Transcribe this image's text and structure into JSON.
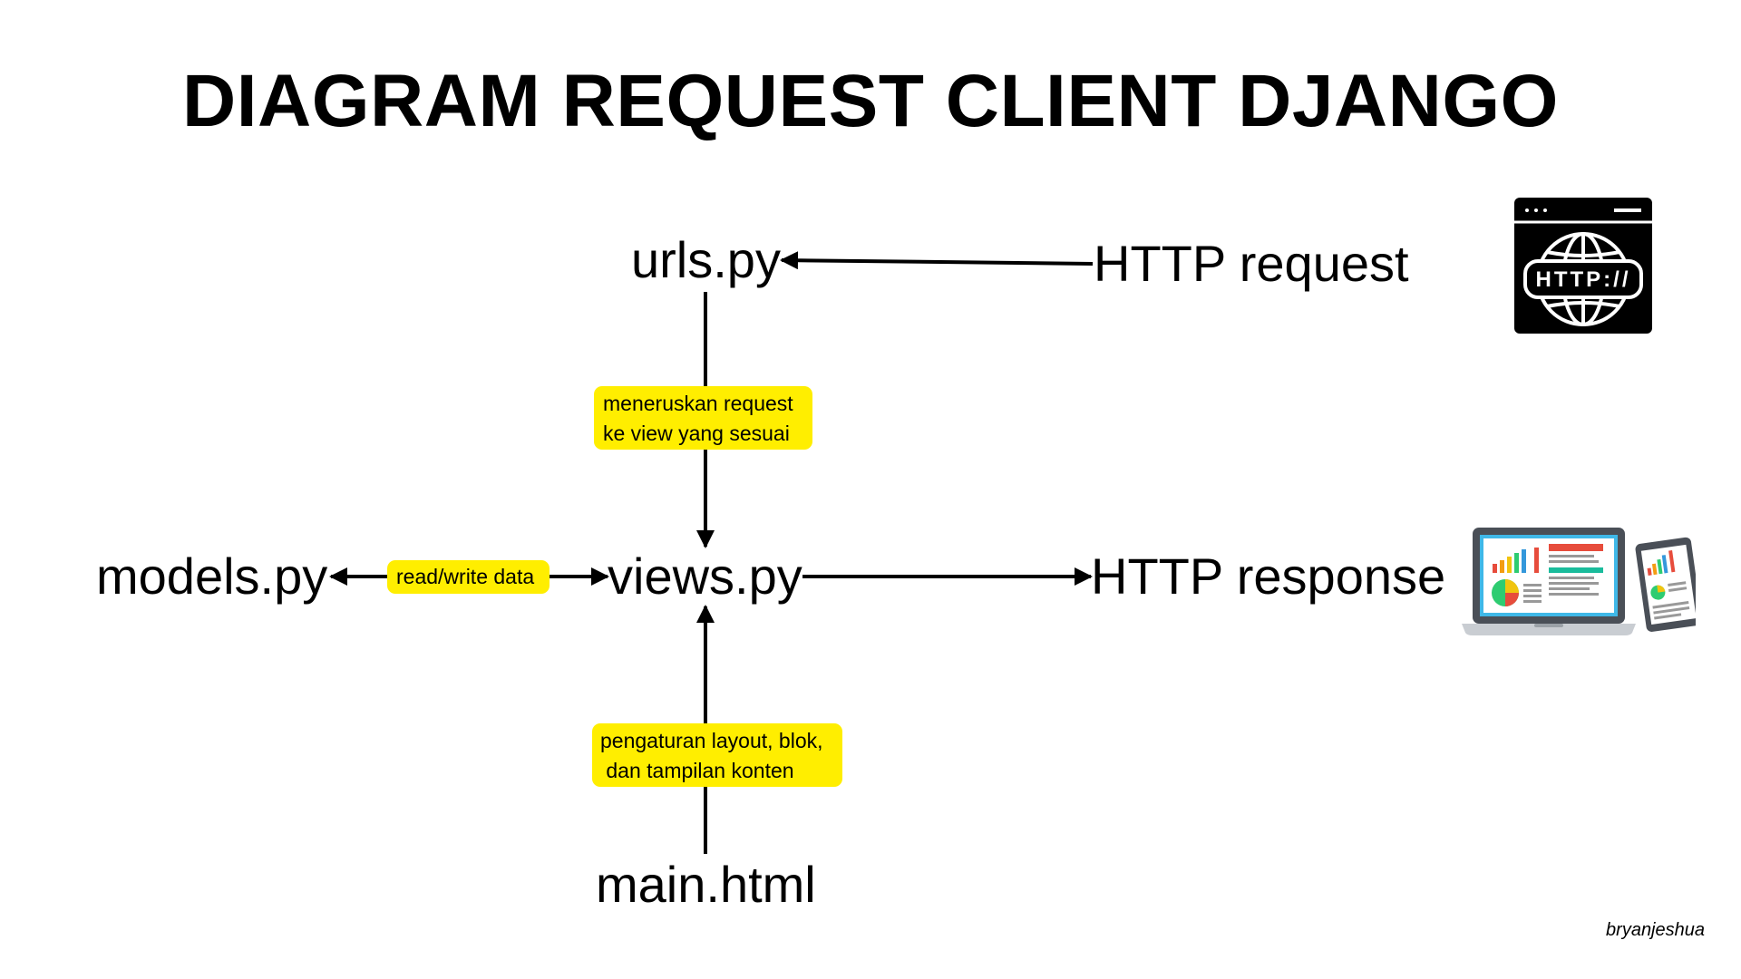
{
  "title": "DIAGRAM REQUEST CLIENT DJANGO",
  "nodes": {
    "urls": "urls.py",
    "http_request": "HTTP request",
    "models": "models.py",
    "views": "views.py",
    "http_response": "HTTP response",
    "main_html": "main.html"
  },
  "labels": {
    "urls_to_views": "meneruskan request\nke view yang sesuai",
    "models_views": "read/write data",
    "main_to_views": "pengaturan layout, blok,\n dan tampilan konten"
  },
  "icons": {
    "http_request": "browser-http-globe-icon",
    "http_response": "laptop-tablet-dashboard-icon"
  },
  "http_icon_text": "HTTP://",
  "credit": "bryanjeshua",
  "colors": {
    "label_background": "#ffee00",
    "text": "#000000",
    "background": "#ffffff"
  }
}
